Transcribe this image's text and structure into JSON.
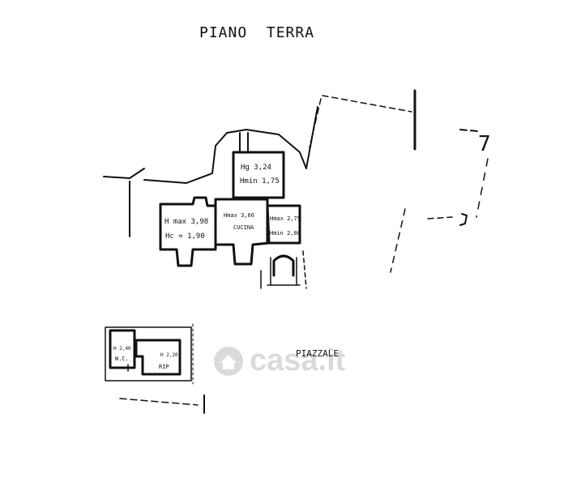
{
  "title": "PIANO  TERRA",
  "labels": {
    "room_top_h": "Hg 3,24",
    "room_top_hmin": "Hmin 1,75",
    "room_left_hmax": "H max 3,98",
    "room_left_hc": "Hc = 1,90",
    "kitchen_h": "Hmax 3,66",
    "kitchen_name": "CUCINA",
    "room_right_hmax": "Hmax 2,75",
    "room_right_hmin": "Hmin 2,00",
    "wc_h": "H 2,40",
    "wc_name": "W.C.",
    "rip_h": "H 2,20",
    "rip_name": "RIP",
    "yard": "PIAZZALE",
    "corner_mark": "7"
  },
  "watermark": "casa.it",
  "colors": {
    "ink": "#111111",
    "background": "#ffffff"
  }
}
